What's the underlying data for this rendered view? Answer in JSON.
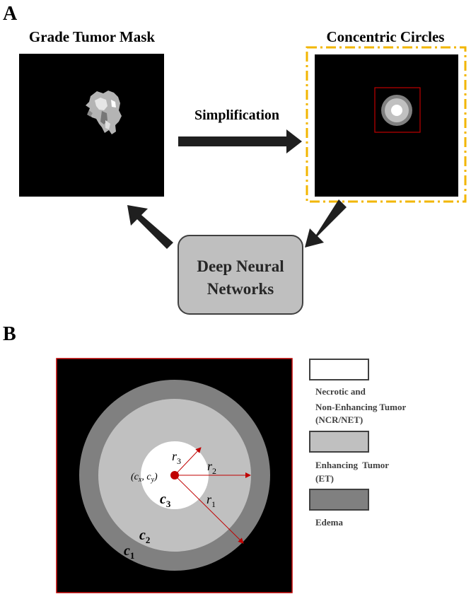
{
  "panel_a": {
    "label": "A",
    "left_title": "Grade Tumor Mask",
    "right_title": "Concentric Circles",
    "arrow_label": "Simplification",
    "network_label_line1": "Deep Neural",
    "network_label_line2": "Networks"
  },
  "panel_b": {
    "label": "B",
    "center_label": "(c_x, c_y)",
    "radius_labels": {
      "r1": "1",
      "r2": "2",
      "r3": "3"
    },
    "circle_labels": {
      "c1": "1",
      "c2": "2",
      "c3": "3"
    },
    "legend": [
      {
        "lines": [
          "Necrotic and",
          "Non-Enhancing Tumor",
          "(NCR/NET)"
        ],
        "color": "#ffffff"
      },
      {
        "lines": [
          "Enhancing  Tumor",
          "(ET)"
        ],
        "color": "#c0c0c0"
      },
      {
        "lines": [
          "Edema"
        ],
        "color": "#808080"
      }
    ]
  },
  "colors": {
    "necrotic": "#ffffff",
    "enhancing": "#c0c0c0",
    "edema": "#808080",
    "background": "#000000",
    "frame_red": "#c00000",
    "dash_gold": "#f2b600",
    "arrow_dark": "#1f1f1f",
    "network_box": "#bfbfbf"
  }
}
